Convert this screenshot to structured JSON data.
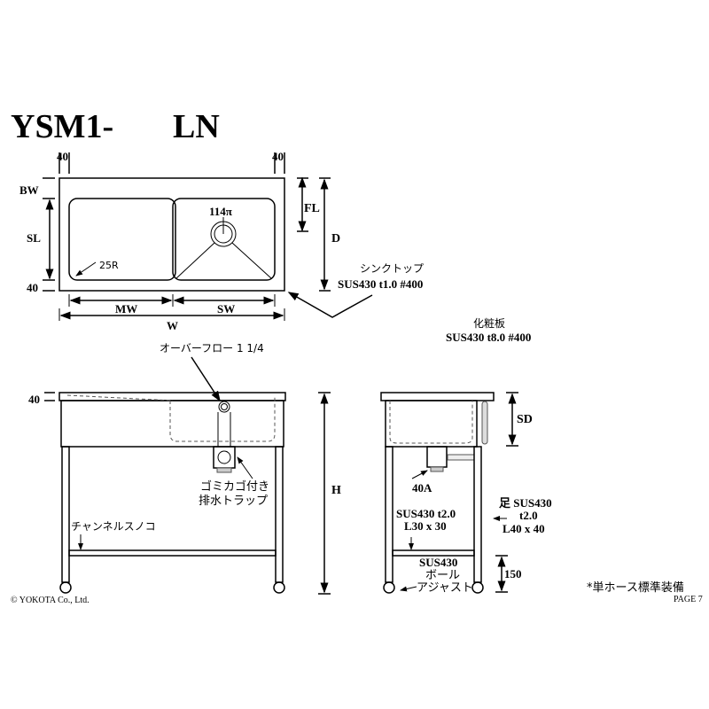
{
  "title": {
    "model": "YSM1-",
    "suffix": "LN"
  },
  "top_view": {
    "left_margin": "40",
    "right_margin": "40",
    "bw": "BW",
    "sl": "SL",
    "front_margin": "40",
    "fl": "FL",
    "d": "D",
    "mw": "MW",
    "sw": "SW",
    "w": "W",
    "radius": "25R",
    "drain": "114π",
    "top_label": "シンクトップ",
    "top_material": "SUS430 t1.0 #400"
  },
  "panel": {
    "label": "化粧板",
    "material": "SUS430 t8.0 #400"
  },
  "front_view": {
    "overflow": "オーバーフロー 1 1/4",
    "top_thickness": "40",
    "trap_line1": "ゴミカゴ付き",
    "trap_line2": "排水トラップ",
    "shelf": "チャンネルスノコ",
    "h": "H"
  },
  "side_view": {
    "sd": "SD",
    "drain_size": "40A",
    "frame_line1": "SUS430 t2.0",
    "frame_line2": "L30 x 30",
    "leg_line1": "足 SUS430",
    "leg_line2": "t2.0",
    "leg_line3": "L40 x 40",
    "adjuster_line1": "SUS430",
    "adjuster_line2": "ボール",
    "adjuster_line3": "アジャスト",
    "clearance": "150"
  },
  "note": "*単ホース標準装備",
  "copyright": "© YOKOTA Co., Ltd.",
  "page": "PAGE 7"
}
